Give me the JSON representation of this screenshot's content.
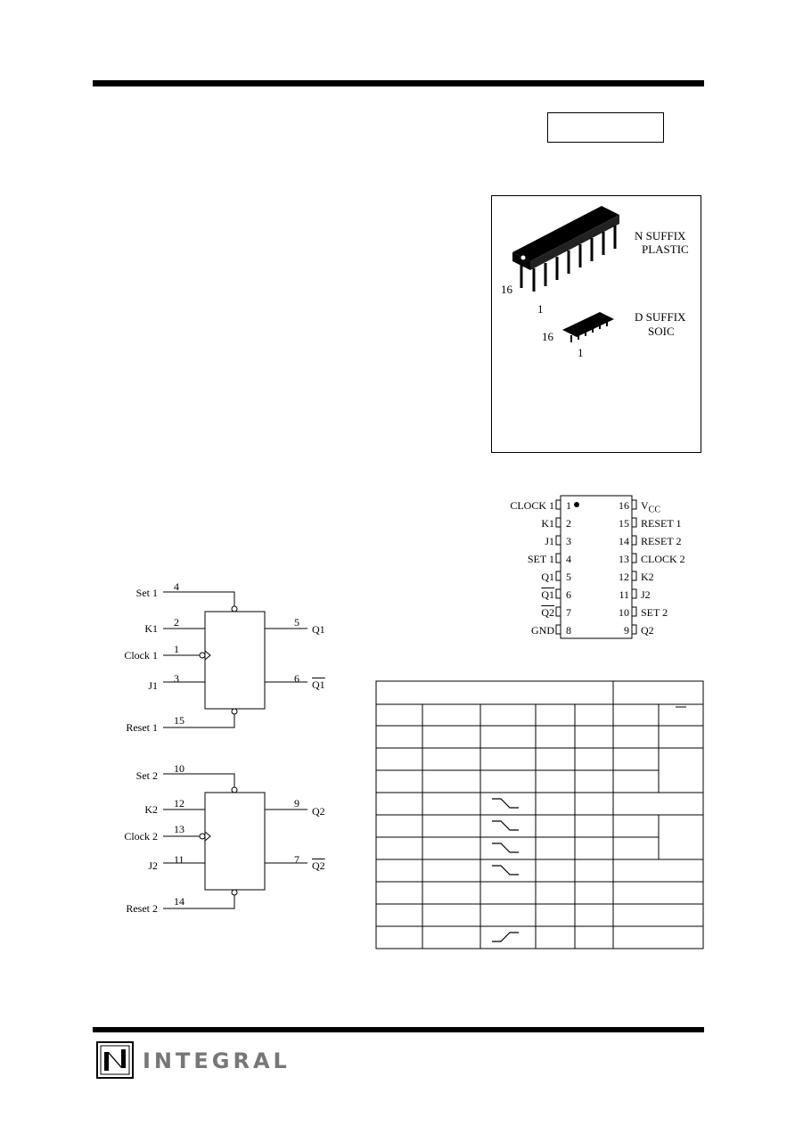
{
  "package": {
    "n_suffix_line1": "N SUFFIX",
    "n_suffix_line2": "PLASTIC",
    "d_suffix_line1": "D SUFFIX",
    "d_suffix_line2": "SOIC",
    "dip_pin16": "16",
    "dip_pin1": "1",
    "soic_pin16": "16",
    "soic_pin1": "1"
  },
  "pinout": {
    "left": [
      {
        "label": "CLOCK 1",
        "num": "1",
        "over": false
      },
      {
        "label": "K1",
        "num": "2",
        "over": false
      },
      {
        "label": "J1",
        "num": "3",
        "over": false
      },
      {
        "label": "SET 1",
        "num": "4",
        "over": false
      },
      {
        "label": "Q1",
        "num": "5",
        "over": false
      },
      {
        "label": "Q1",
        "num": "6",
        "over": true
      },
      {
        "label": "Q2",
        "num": "7",
        "over": true
      },
      {
        "label": "GND",
        "num": "8",
        "over": false
      }
    ],
    "right": [
      {
        "label": "V",
        "sub": "CC",
        "num": "16"
      },
      {
        "label": "RESET 1",
        "num": "15"
      },
      {
        "label": "RESET 2",
        "num": "14"
      },
      {
        "label": "CLOCK 2",
        "num": "13"
      },
      {
        "label": "K2",
        "num": "12"
      },
      {
        "label": "J2",
        "num": "11"
      },
      {
        "label": "SET 2",
        "num": "10"
      },
      {
        "label": "Q2",
        "num": "9"
      }
    ]
  },
  "logic": {
    "ff1": {
      "set_label": "Set 1",
      "set_pin": "4",
      "k_label": "K1",
      "k_pin": "2",
      "clock_label": "Clock 1",
      "clock_pin": "1",
      "j_label": "J1",
      "j_pin": "3",
      "reset_label": "Reset 1",
      "reset_pin": "15",
      "q_label": "Q1",
      "q_pin": "5",
      "qbar_label": "Q1",
      "qbar_pin": "6"
    },
    "ff2": {
      "set_label": "Set 2",
      "set_pin": "10",
      "k_label": "K2",
      "k_pin": "12",
      "clock_label": "Clock 2",
      "clock_pin": "13",
      "j_label": "J2",
      "j_pin": "11",
      "reset_label": "Reset 2",
      "reset_pin": "14",
      "q_label": "Q2",
      "q_pin": "9",
      "qbar_label": "Q2",
      "qbar_pin": "7"
    }
  },
  "logo": {
    "text": "INTEGRAL"
  }
}
